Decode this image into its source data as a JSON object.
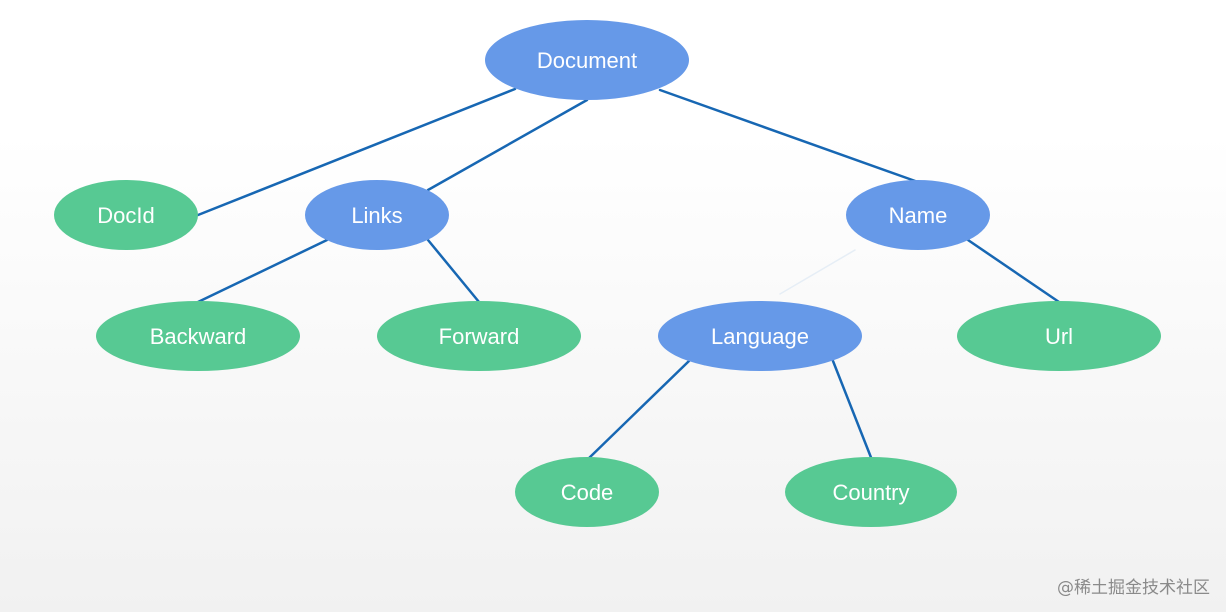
{
  "colors": {
    "branch_node": "#6699e8",
    "leaf_node": "#57c993",
    "edge": "#1767b3",
    "faint_edge": "#e6eef6",
    "label": "#ffffff"
  },
  "nodes": {
    "document": {
      "label": "Document",
      "kind": "branch"
    },
    "docid": {
      "label": "DocId",
      "kind": "leaf"
    },
    "links": {
      "label": "Links",
      "kind": "branch"
    },
    "name": {
      "label": "Name",
      "kind": "branch"
    },
    "backward": {
      "label": "Backward",
      "kind": "leaf"
    },
    "forward": {
      "label": "Forward",
      "kind": "leaf"
    },
    "language": {
      "label": "Language",
      "kind": "branch"
    },
    "url": {
      "label": "Url",
      "kind": "leaf"
    },
    "code": {
      "label": "Code",
      "kind": "leaf"
    },
    "country": {
      "label": "Country",
      "kind": "leaf"
    }
  },
  "edges": [
    {
      "from": "document",
      "to": "docid"
    },
    {
      "from": "document",
      "to": "links"
    },
    {
      "from": "document",
      "to": "name"
    },
    {
      "from": "links",
      "to": "backward"
    },
    {
      "from": "links",
      "to": "forward"
    },
    {
      "from": "name",
      "to": "language",
      "style": "faint"
    },
    {
      "from": "name",
      "to": "url"
    },
    {
      "from": "language",
      "to": "code"
    },
    {
      "from": "language",
      "to": "country"
    }
  ],
  "watermark": "@稀土掘金技术社区"
}
